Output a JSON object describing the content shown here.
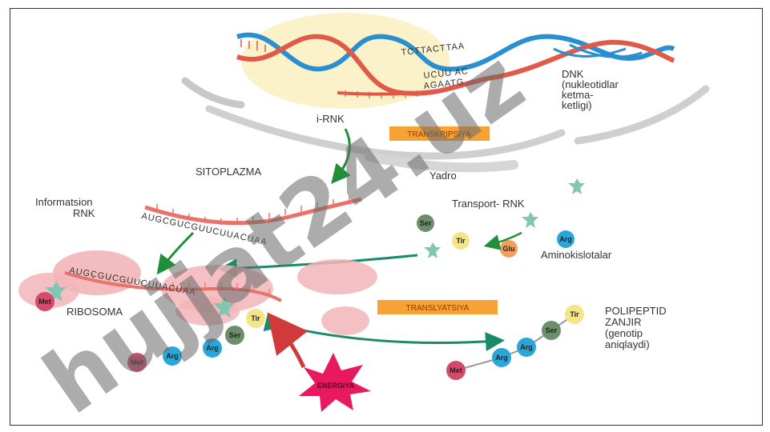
{
  "labels": {
    "dnk_seq_top": "TCTTACTTAA",
    "dnk_seq_mid": "UCUU AC",
    "dnk_seq_bottom": "AGAATG",
    "dnk_label": "DNK (nukleotidlar ketma-ketligi)",
    "dnk_line1": "DNK",
    "dnk_line2": "(nukleotidlar",
    "dnk_line3": "ketma-",
    "dnk_line4": "ketligi)",
    "i_rnk": "i-RNK",
    "transkripsiya": "TRANSKRIPSIYA",
    "sitoplazma": "SITOPLAZMA",
    "yadro": "Yadro",
    "informatsion_line1": "Informatsion",
    "informatsion_line2": "RNK",
    "mrna_seq": "AUGCGUCGUUCUUACUAA",
    "transport_rnk": "Transport-  RNK",
    "aminokislotalar": "Aminokislotalar",
    "ribosoma": "RIBOSOMA",
    "translyatsiya": "TRANSLYATSIYA",
    "ribosome_seq": "AUGCGUCGUUCUUACUAA",
    "polipeptid_line1": "POLIPEPTID",
    "polipeptid_line2": "ZANJIR",
    "polipeptid_line3": "(genotip",
    "polipeptid_line4": "aniqlaydi)",
    "energiya": "ENERGIYA",
    "watermark": "hujjat24.uz"
  },
  "amino_acids": {
    "ser": "Ser",
    "tir": "Tir",
    "glu": "Glu",
    "arg": "Arg",
    "met": "Met"
  },
  "colors": {
    "green_arrow": "#1f8f3a",
    "teal_arrow": "#1a8a6a",
    "orange_box": "#f7a234",
    "energy": "#e8195e",
    "ser": "#6b8f6b",
    "tir": "#f4e58a",
    "glu": "#f0a05a",
    "arg": "#2aa6d8",
    "met": "#d44a6a",
    "trna": "#7fc7b2",
    "ribosome": "#f2b5b8",
    "watermark_purple": "#a88bd8"
  }
}
